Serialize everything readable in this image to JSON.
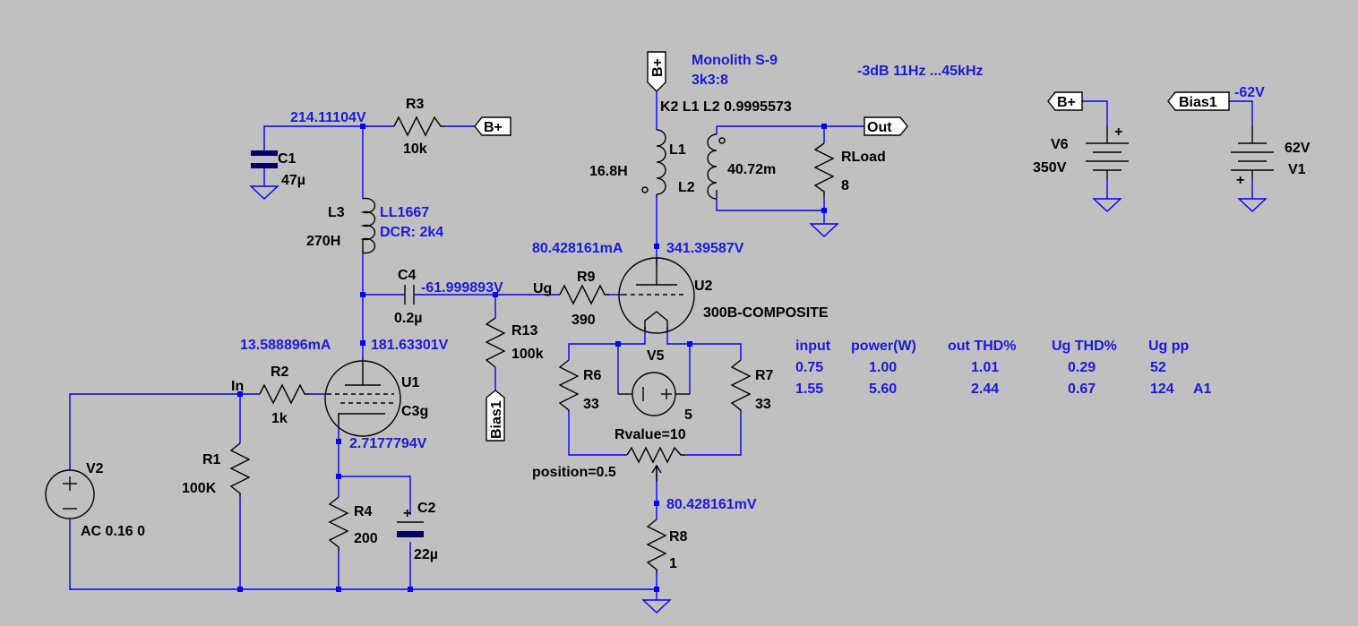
{
  "flags": {
    "b_plus": "B+",
    "bias1": "Bias1",
    "out": "Out"
  },
  "annotations": {
    "transformer_name": "Monolith S-9",
    "transformer_ratio": "3k3:8",
    "bandwidth": "-3dB 11Hz ...45kHz",
    "coupling": "K2 L1 L2 0.9995573",
    "l3_model": "LL1667",
    "l3_dcr": "DCR: 2k4",
    "ug_net": "Ug",
    "in_net": "In"
  },
  "node_voltages": {
    "v_r3_node": "214.11104V",
    "i_u2": "80.428161mA",
    "v_u2_plate": "341.39587V",
    "v_grid": "-61.999893V",
    "i_u1": "13.588896mA",
    "v_u1_plate": "181.63301V",
    "v_u1_cathode": "2.7177794V",
    "v_r8": "80.428161mV",
    "bias_supply": "-62V"
  },
  "components": {
    "c1": {
      "name": "C1",
      "value": "47µ"
    },
    "r3": {
      "name": "R3",
      "value": "10k"
    },
    "l3": {
      "name": "L3",
      "value": "270H"
    },
    "c4": {
      "name": "C4",
      "value": "0.2µ"
    },
    "r9": {
      "name": "R9",
      "value": "390"
    },
    "r13": {
      "name": "R13",
      "value": "100k"
    },
    "l1": {
      "name": "L1",
      "value": "16.8H"
    },
    "l2": {
      "name": "L2",
      "value": "40.72m"
    },
    "rload": {
      "name": "RLoad",
      "value": "8"
    },
    "u2": {
      "name": "U2",
      "value": "300B-COMPOSITE"
    },
    "r2": {
      "name": "R2",
      "value": "1k"
    },
    "u1": {
      "name": "U1",
      "value": "C3g"
    },
    "r1": {
      "name": "R1",
      "value": "100K"
    },
    "v2": {
      "name": "V2",
      "value": "AC 0.16 0"
    },
    "r4": {
      "name": "R4",
      "value": "200"
    },
    "c2": {
      "name": "C2",
      "value": "22µ"
    },
    "r6": {
      "name": "R6",
      "value": "33"
    },
    "r7": {
      "name": "R7",
      "value": "33"
    },
    "v5": {
      "name": "V5",
      "value": "5"
    },
    "pot": {
      "value": "Rvalue=10",
      "position": "position=0.5"
    },
    "r8": {
      "name": "R8",
      "value": "1"
    },
    "v6": {
      "name": "V6",
      "value": "350V"
    },
    "v1": {
      "name": "V1",
      "value": "62V"
    }
  },
  "table": {
    "headers": [
      "input",
      "power(W)",
      "out THD%",
      "Ug THD%",
      "Ug pp"
    ],
    "rows": [
      [
        "0.75",
        "1.00",
        "1.01",
        "0.29",
        "52",
        ""
      ],
      [
        "1.55",
        "5.60",
        "2.44",
        "0.67",
        "124",
        "A1"
      ]
    ]
  },
  "colors": {
    "background": "#c0c0c0",
    "wire": "#0000ff",
    "annotation": "#1a1ad6"
  }
}
